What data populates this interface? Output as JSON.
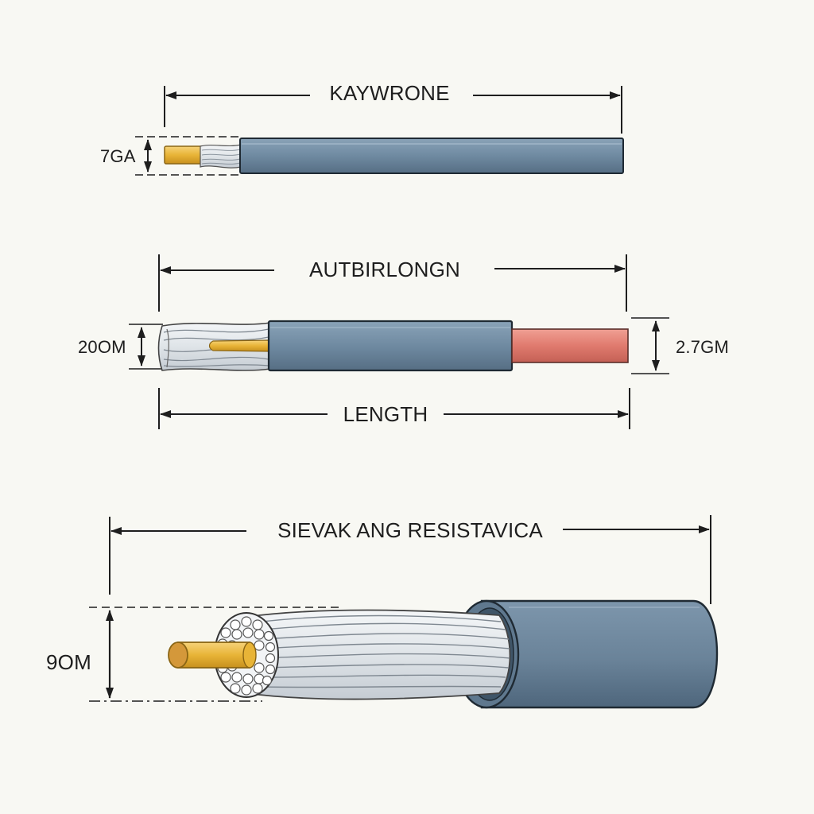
{
  "cables": [
    {
      "title": "KAYWRONE",
      "side_label": "7GA"
    },
    {
      "title": "AUTBIRLONGN",
      "side_label_left": "20OM",
      "side_label_right": "2.7GM",
      "bottom_label": "LENGTH"
    },
    {
      "title": "SIEVAK ANG RESISTAVICA",
      "side_label": "9OM"
    }
  ],
  "colors": {
    "background": "#f8f8f3",
    "jacket": "#6f8aa1",
    "jacket_dark": "#4d6479",
    "conductor": "#e8b437",
    "copper_end": "#e07a6e",
    "strands": "#e9ecef",
    "outline": "#222222"
  }
}
